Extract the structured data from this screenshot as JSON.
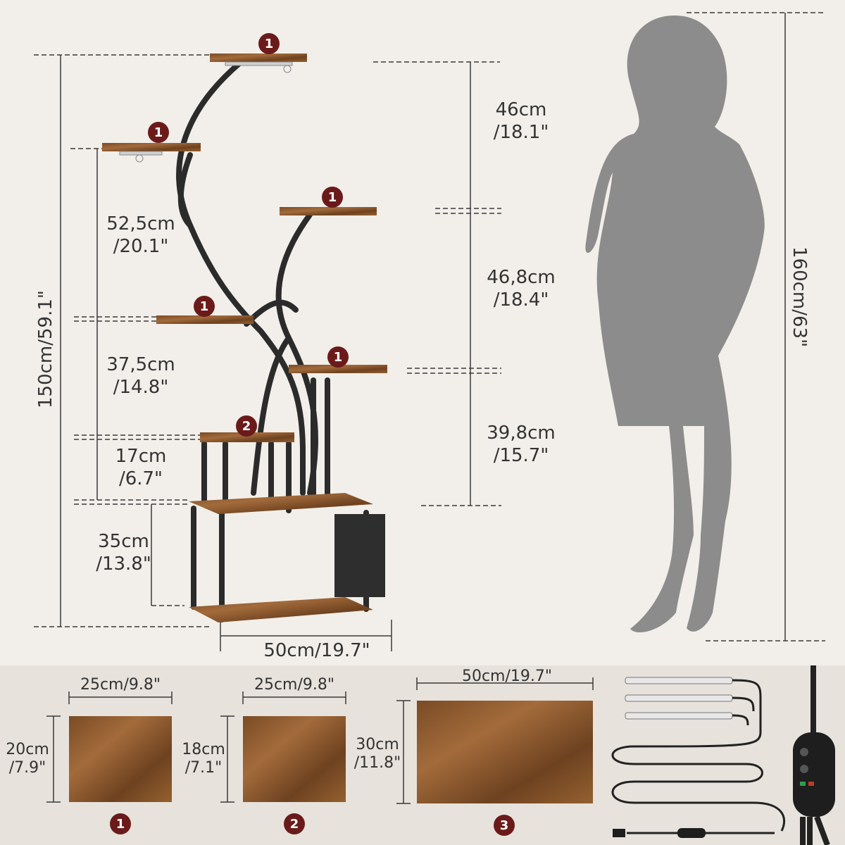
{
  "badges": {
    "one": "1",
    "two": "2",
    "three": "3"
  },
  "dimensions": {
    "total_height": "150cm/59.1\"",
    "person_height": "160cm/63\"",
    "seg1": [
      "52,5cm",
      "/20.1\""
    ],
    "seg2": [
      "37,5cm",
      "/14.8\""
    ],
    "seg3": [
      "17cm",
      "/6.7\""
    ],
    "seg4": [
      "35cm",
      "/13.8\""
    ],
    "right1": [
      "46cm",
      "/18.1\""
    ],
    "right2": [
      "46,8cm",
      "/18.4\""
    ],
    "right3": [
      "39,8cm",
      "/15.7\""
    ],
    "base_width": "50cm/19.7\""
  },
  "parts": [
    {
      "width": "25cm/9.8\"",
      "height": [
        "20cm",
        "/7.9\""
      ],
      "badge": "1"
    },
    {
      "width": "25cm/9.8\"",
      "height": [
        "18cm",
        "/7.1\""
      ],
      "badge": "2"
    },
    {
      "width": "50cm/19.7\"",
      "height": [
        "30cm",
        "/11.8\""
      ],
      "badge": "3"
    }
  ],
  "colors": {
    "wood": "#8b5a2f",
    "metal": "#2b2b2b",
    "badge": "#6b1a1a",
    "silhouette": "#8c8c8c",
    "line": "#3a3a3a"
  },
  "icons": [
    "led-strip-icon",
    "controller-icon",
    "usb-plug-icon"
  ]
}
